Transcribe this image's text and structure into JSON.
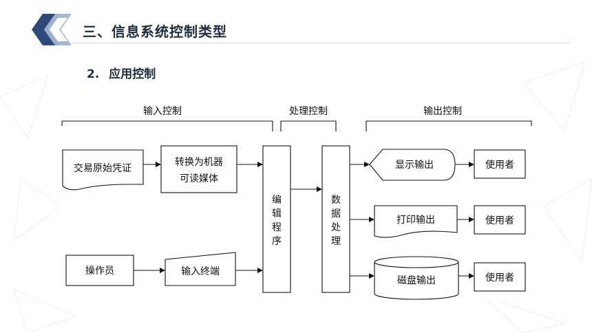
{
  "slide": {
    "title": "三、信息系统控制类型",
    "subheading_num": "2.",
    "subheading_text": "应用控制"
  },
  "diagram": {
    "sections": {
      "input": "输入控制",
      "process": "处理控制",
      "output": "输出控制"
    },
    "nodes": {
      "voucher": "交易原始凭证",
      "convert_line1": "转换为机器",
      "convert_line2": "可读媒体",
      "operator": "操作员",
      "terminal": "输入终端",
      "edit": [
        "编",
        "辑",
        "程",
        "序"
      ],
      "data": [
        "数",
        "据",
        "处",
        "理"
      ],
      "display": "显示输出",
      "print": "打印输出",
      "disk": "磁盘输出",
      "user1": "使用者",
      "user2": "使用者",
      "user3": "使用者"
    }
  },
  "colors": {
    "logo_dark": "#2f4a7a",
    "logo_light": "#9fb4d0",
    "title_text": "#1f2d3d",
    "diagram_line": "#111111"
  }
}
